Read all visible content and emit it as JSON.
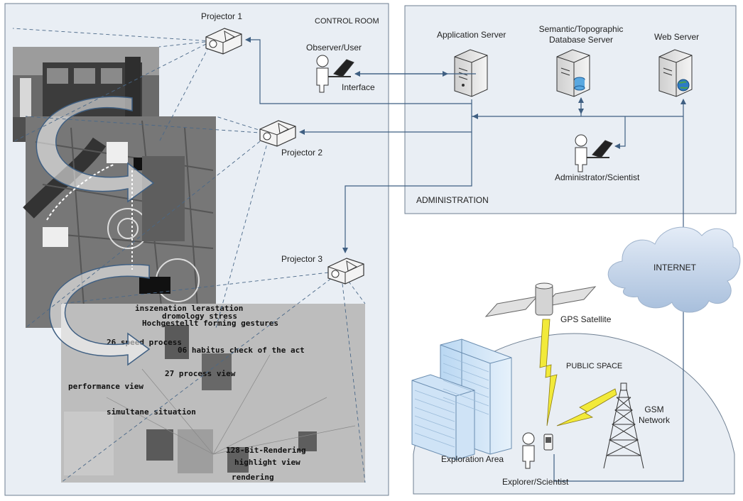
{
  "zones": {
    "control_room": "CONTROL ROOM",
    "administration": "ADMINISTRATION",
    "public_space": "PUBLIC SPACE",
    "internet": "INTERNET"
  },
  "nodes": {
    "projector_1": "Projector 1",
    "projector_2": "Projector 2",
    "projector_3": "Projector 3",
    "observer_user": "Observer/User",
    "interface": "Interface",
    "application_server": "Application Server",
    "database_server_line1": "Semantic/Topographic",
    "database_server_line2": "Database Server",
    "web_server": "Web Server",
    "administrator": "Administrator/Scientist",
    "gps_satellite": "GPS Satellite",
    "exploration_area": "Exploration Area",
    "explorer": "Explorer/Scientist",
    "gsm_line1": "GSM",
    "gsm_line2": "Network"
  },
  "projection_texts": {
    "concept_lines": [
      "inszenation     lerastation",
      "dromology     stress",
      "Hochgestellt     forming gestures",
      "26 speed     process",
      "06 habitus     check of the act",
      "27 process view",
      "performance view",
      "simultane     situation",
      "128-Bit-Rendering",
      "highlight view",
      "rendering"
    ]
  },
  "colors": {
    "zone_fill": "#e9eef4",
    "zone_border": "#6e7f92",
    "connector": "#3f5f82",
    "dashed": "#4a6888"
  }
}
